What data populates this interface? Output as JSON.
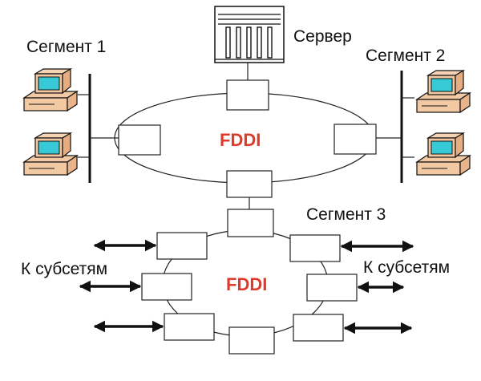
{
  "labels": {
    "segment1": "Сегмент 1",
    "segment2": "Сегмент 2",
    "segment3": "Сегмент 3",
    "server": "Сервер",
    "ring_top": "FDDI",
    "ring_bottom": "FDDI",
    "subnets_left": "К субсетям",
    "subnets_right": "К субсетям"
  },
  "icons": {
    "workstation": "desktop-computer-icon",
    "server": "server-icon",
    "link": "double-arrow-icon"
  },
  "colors": {
    "fddi_text": "#e23a2a",
    "computer_case": "#f3c9a4",
    "computer_screen": "#37c9d6",
    "line": "#111111"
  }
}
